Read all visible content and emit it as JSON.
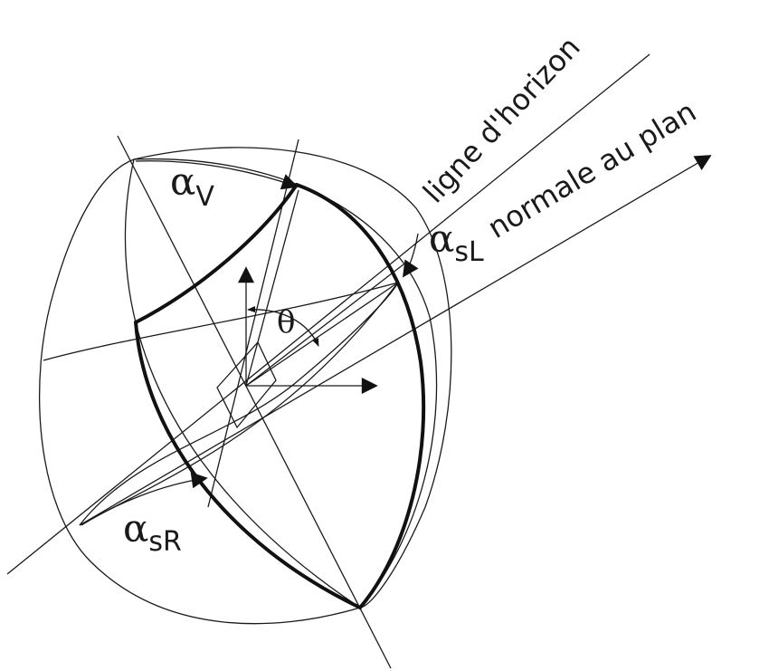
{
  "labels": {
    "alpha_v": {
      "symbol": "α",
      "sub": "V"
    },
    "alpha_sl": {
      "symbol": "α",
      "sub": "sL"
    },
    "alpha_sr": {
      "symbol": "α",
      "sub": "sR"
    },
    "theta": "θ",
    "ligne_horizon": "ligne d'horizon",
    "normale_plan": "normale au plan"
  },
  "colors": {
    "ink": "#1a1a1a",
    "background": "#ffffff"
  }
}
